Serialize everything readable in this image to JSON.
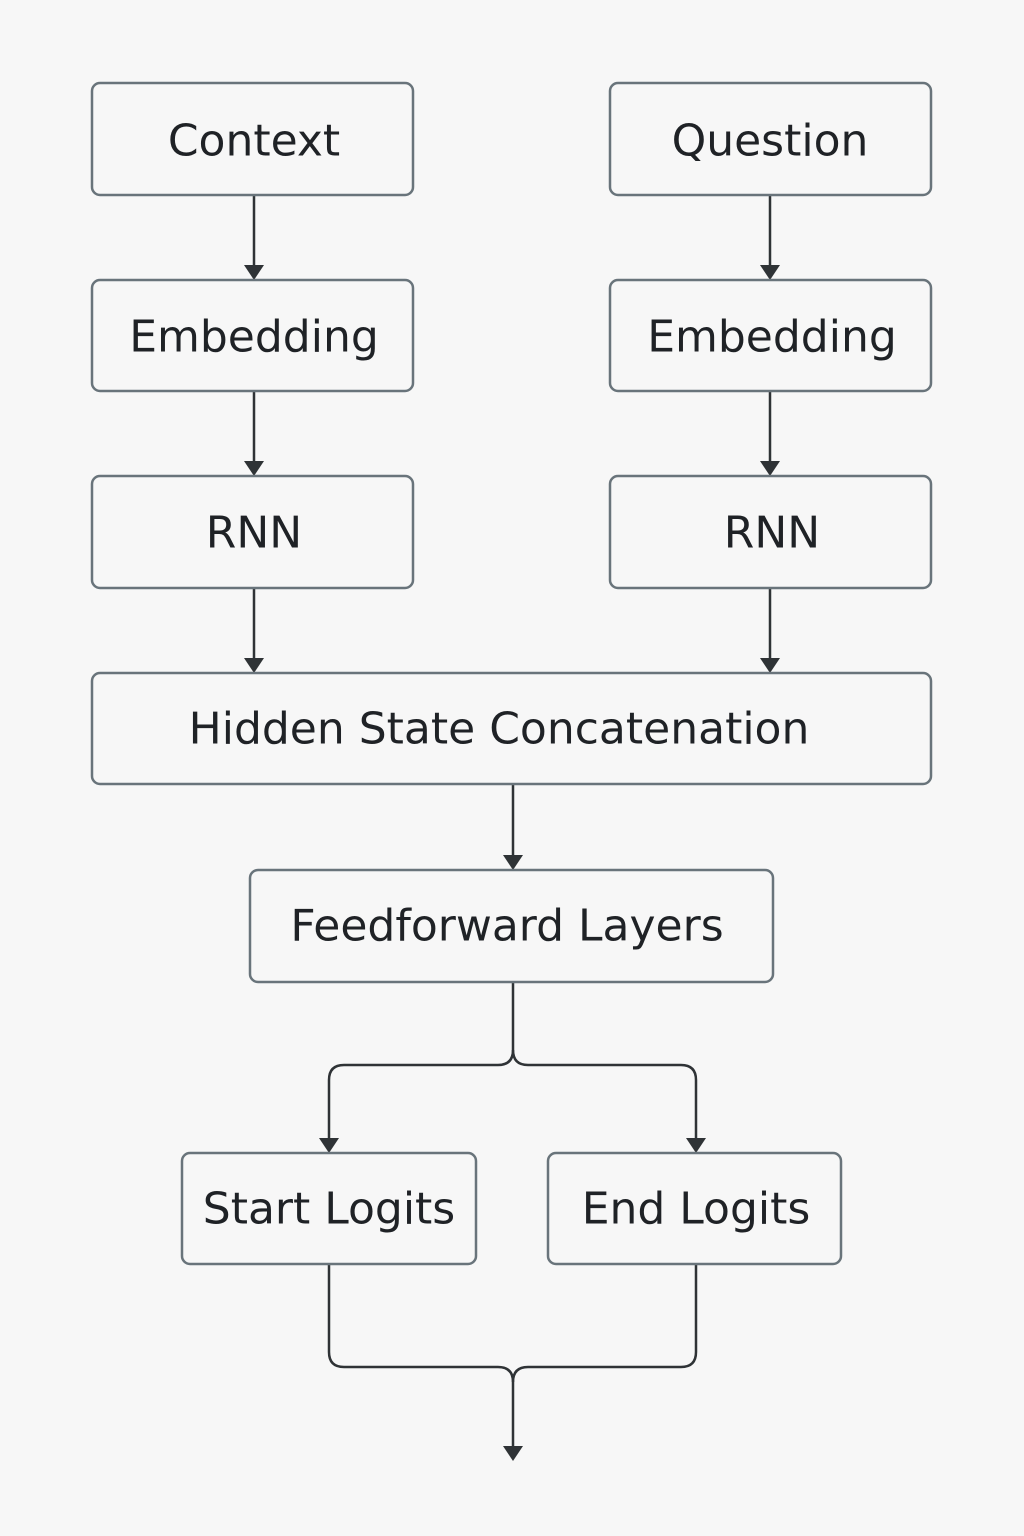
{
  "nodes": {
    "context": "Context",
    "question": "Question",
    "context_embedding": "Embedding",
    "question_embedding": "Embedding",
    "context_rnn": "RNN",
    "question_rnn": "RNN",
    "hidden_concat": "Hidden State Concatenation",
    "feedforward": "Feedforward Layers",
    "start_logits": "Start Logits",
    "end_logits": "End Logits"
  },
  "colors": {
    "background": "#f7f7f7",
    "node_border": "#69747b",
    "node_text": "#1f2226",
    "edge": "#2f3336"
  }
}
